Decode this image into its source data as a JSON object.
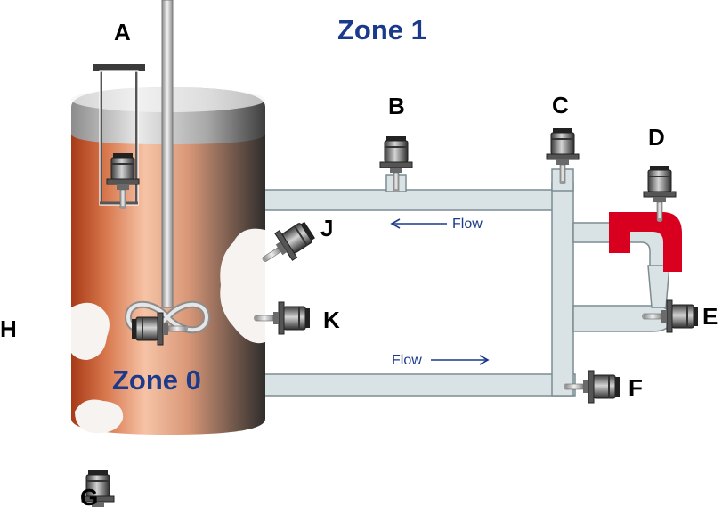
{
  "zones": {
    "zone1": "Zone 1",
    "zone0": "Zone 0"
  },
  "flow_labels": {
    "upper": "Flow",
    "lower": "Flow"
  },
  "sensor_labels": {
    "A": "A",
    "B": "B",
    "C": "C",
    "D": "D",
    "E": "E",
    "F": "F",
    "G": "G",
    "H": "H",
    "J": "J",
    "K": "K"
  },
  "colors": {
    "zone_text": "#1b3a8c",
    "pipe_fill": "#d9e3e6",
    "tank_liquid_left": "#b0401c",
    "tank_liquid_mid": "#f1b393",
    "tank_liquid_right": "#3b3735",
    "flange_red": "#d8001e",
    "arrow_blue": "#1b3a8c"
  },
  "icons": {
    "sensor": "level-sensor-icon",
    "agitator": "agitator-infinity-icon",
    "arrow": "flow-arrow-icon"
  }
}
